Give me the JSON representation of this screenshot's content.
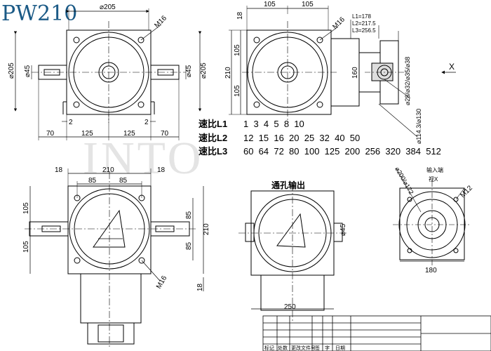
{
  "title": "PW210",
  "watermark": "INTO",
  "top_left_view": {
    "dim_top": "⌀205",
    "dim_left": "⌀205",
    "dim_right": "⌀205",
    "dim_shaft_left": "⌀45",
    "dim_shaft_right": "⌀45",
    "thread": "M16",
    "key_left": "2",
    "key_right": "2",
    "dim_bottom": [
      "70",
      "125",
      "125",
      "70"
    ]
  },
  "top_right_view": {
    "dim_top": [
      "105",
      "105"
    ],
    "dim_18": "18",
    "dim_left_total": "210",
    "dim_left": [
      "105",
      "105"
    ],
    "thread": "M16",
    "lengths": [
      "L1=178",
      "L2=217.5",
      "L3=256.5"
    ],
    "dim_160": "160",
    "dim_shaft": "⌀28/⌀32/⌀35/⌀38",
    "dim_pcd": "⌀114.3/⌀130",
    "view_arrow": "X"
  },
  "speed_ratios": [
    {
      "label": "速比L1",
      "values": "1  3  4  5  8  10"
    },
    {
      "label": "速比L2",
      "values": "12  15  16  20  25  32  40  50"
    },
    {
      "label": "速比L3",
      "values": "60  64  72  80  100  125  200  256  320  384  512"
    }
  ],
  "bottom_left_view": {
    "dim_18_left": "18",
    "dim_18_right": "18",
    "dim_top": "210",
    "dim_85": [
      "85",
      "85"
    ],
    "dim_left": [
      "105",
      "105"
    ],
    "dim_right": [
      "85",
      "85"
    ],
    "dim_right_total": "210",
    "thread": "M16",
    "dim_bottom_18": "18"
  },
  "bottom_middle_view": {
    "title": "通孔输出",
    "dim_shaft": "⌀45",
    "dim_bottom": "250"
  },
  "bottom_right_view": {
    "dim_pcd": "⌀200/⌀172",
    "label": "输入端",
    "sub_label": "视X",
    "thread": "M12",
    "dim_bottom": "180"
  },
  "title_block": {
    "headers": [
      "标记",
      "处数",
      "更改文件号",
      "签",
      "字",
      "日期"
    ]
  }
}
